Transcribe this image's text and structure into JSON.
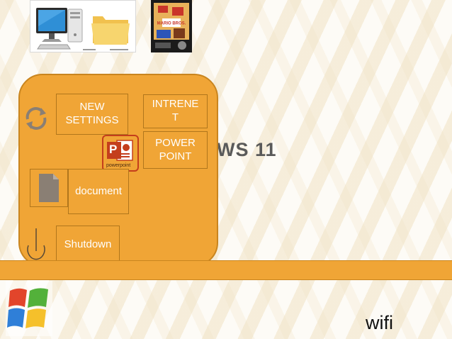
{
  "menu": {
    "tiles": {
      "new_settings": "NEW SETTINGS",
      "internet": "INTRENE T",
      "power_point": "POWER POINT",
      "document": "document",
      "shutdown": "Shutdown"
    },
    "powerpoint_logo": {
      "letter": "P",
      "caption": "powerpoint"
    }
  },
  "background_title_fragment": "WS 11",
  "thumbnails": {
    "mario": {
      "title": "MARIO BROS."
    }
  },
  "taskbar": {
    "wifi_label": "wifi"
  },
  "colors": {
    "menu_orange": "#f0a536",
    "menu_border": "#c9851f",
    "powerpoint_red": "#c43e1c"
  },
  "icons": [
    "refresh-icon",
    "powerpoint-icon",
    "document-icon",
    "power-icon",
    "windows-logo-icon",
    "monitor-icon",
    "folder-icon"
  ]
}
